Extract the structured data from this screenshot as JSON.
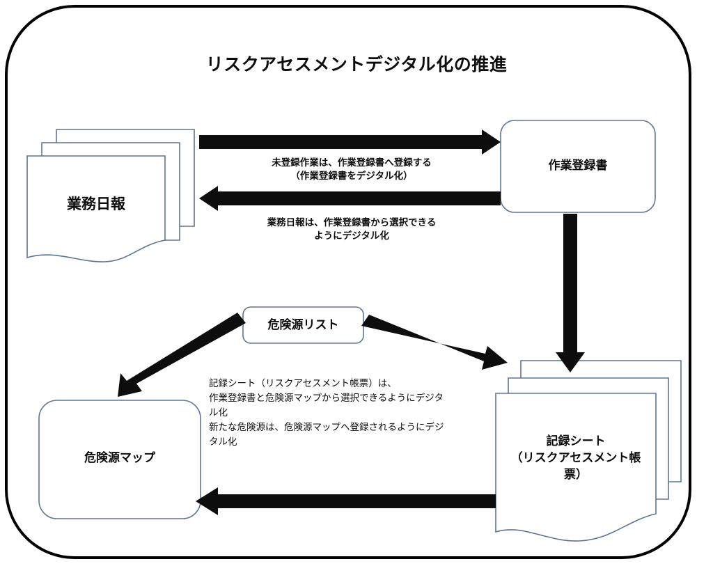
{
  "title": "リスクアセスメントデジタル化の推進",
  "colors": {
    "outer_border": "#000000",
    "shape_stroke": "#5b7498",
    "shape_fill": "#ffffff",
    "arrow": "#0d0d0d",
    "text": "#0d0d0d",
    "background": "#ffffff"
  },
  "nodes": {
    "work_daily_report": {
      "label": "業務日報",
      "shape": "multi-document"
    },
    "work_registration": {
      "label": "作業登録書",
      "shape": "rounded-rectangle"
    },
    "hazard_list": {
      "label": "危険源リスト",
      "shape": "rounded-rectangle"
    },
    "hazard_map": {
      "label": "危険源マップ",
      "shape": "rounded-rectangle"
    },
    "record_sheet": {
      "label": "記録シート\n（リスクアセスメント帳\n票）",
      "shape": "multi-document"
    }
  },
  "edge_labels": {
    "daily_to_registration": "未登録作業は、作業登録書へ登録する\n（作業登録書をデジタル化）",
    "registration_to_daily": "業務日報は、作業登録書から選択できる\nようにデジタル化"
  },
  "notes": {
    "record_sheet_note": "記録シート（リスクアセスメント帳票）は、\n作業登録書と危険源マップから選択できるようにデジタ\nル化\n新たな危険源は、危険源マップへ登録されるようにデジ\nタル化"
  },
  "arrows": [
    {
      "name": "arrow-daily-to-registration",
      "direction": "right"
    },
    {
      "name": "arrow-registration-to-daily",
      "direction": "left"
    },
    {
      "name": "arrow-registration-to-record",
      "direction": "down"
    },
    {
      "name": "arrow-hazardlist-to-map",
      "direction": "down-left"
    },
    {
      "name": "arrow-hazardlist-to-record",
      "direction": "down-right"
    },
    {
      "name": "arrow-record-to-map",
      "direction": "left"
    }
  ]
}
